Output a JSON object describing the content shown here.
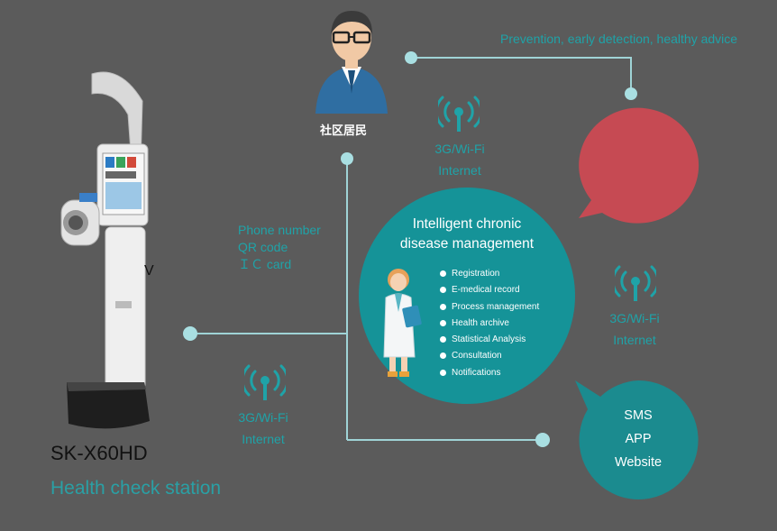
{
  "device": {
    "model": "SK-X60HD",
    "subtitle": "Health check station",
    "side_letter": "V"
  },
  "resident": {
    "label": "社区居民"
  },
  "advice": {
    "text": "Prevention, early detection, healthy advice"
  },
  "identification": {
    "lines": [
      "Phone number",
      "QR code",
      "ＩＣ card"
    ]
  },
  "network_labels": [
    {
      "line1": "3G/Wi-Fi",
      "line2": "Internet"
    },
    {
      "line1": "3G/Wi-Fi",
      "line2": "Internet"
    },
    {
      "line1": "3G/Wi-Fi",
      "line2": "Internet"
    }
  ],
  "center": {
    "title_line1": "Intelligent chronic",
    "title_line2": "disease management",
    "items": [
      "Registration",
      "E-medical record",
      "Process management",
      "Health archive",
      "Statistical Analysis",
      "Consultation",
      "Notifications"
    ]
  },
  "outputs": {
    "lines": [
      "SMS",
      "APP",
      "Website"
    ]
  },
  "colors": {
    "background": "#5b5b5b",
    "teal": "#1fa3a8",
    "center": "#159398",
    "red_bubble": "#c64a53",
    "outlet_bubble": "#1b8b8f",
    "connector": "#a9d9dc"
  }
}
